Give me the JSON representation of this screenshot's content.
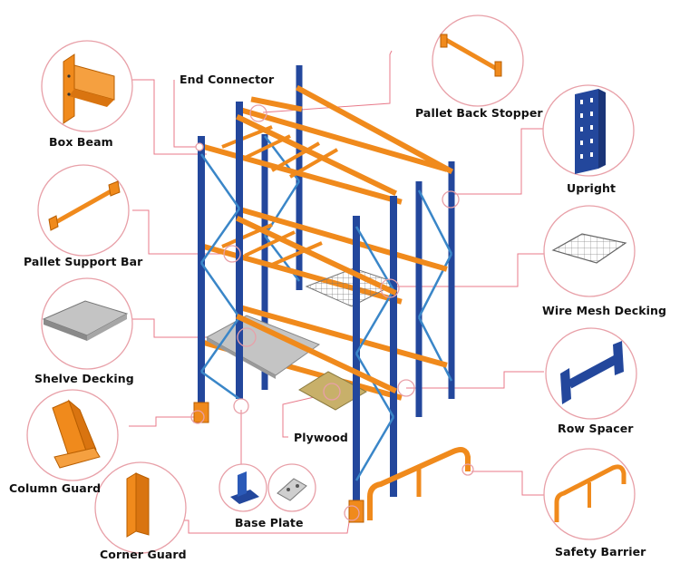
{
  "labels": {
    "end_connector": "End Connector",
    "pallet_back_stopper": "Pallet Back Stopper",
    "box_beam": "Box Beam",
    "upright": "Upright",
    "pallet_support_bar": "Pallet Support Bar",
    "wire_mesh_decking": "Wire Mesh Decking",
    "shelve_decking": "Shelve Decking",
    "row_spacer": "Row Spacer",
    "plywood": "Plywood",
    "column_guard": "Column Guard",
    "base_plate": "Base Plate",
    "corner_guard": "Corner Guard",
    "safety_barrier": "Safety Barrier"
  },
  "colors": {
    "frame_blue": "#23479c",
    "beam_orange": "#f08a1c",
    "leader_line": "#e87a8a",
    "circle_outline": "#e8a0a8",
    "deck_grey": "#b9b9b9",
    "plywood": "#c8b06a"
  }
}
